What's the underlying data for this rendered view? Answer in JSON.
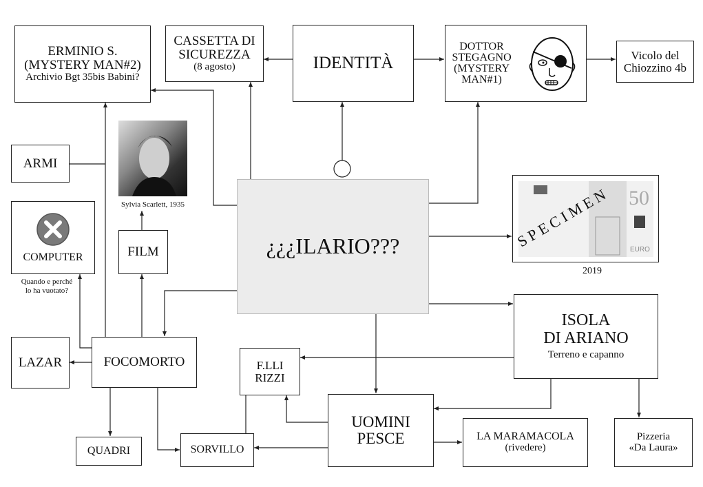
{
  "nodes": {
    "erminio": {
      "title": "ERMINIO S.",
      "subtitle": "(MYSTERY MAN#2)",
      "note": "Archivio Bgt 35bis Babini?"
    },
    "cassetta": {
      "line1": "CASSETTA DI",
      "line2": "SICUREZZA",
      "note": "(8 agosto)"
    },
    "identita": {
      "title": "IDENTITÀ"
    },
    "dottor": {
      "line1": "DOTTOR",
      "line2": "STEGAGNO",
      "line3": "(MYSTERY",
      "line4": "MAN#1)"
    },
    "vicolo": {
      "line1": "Vicolo del",
      "line2": "Chiozzino 4b"
    },
    "armi": {
      "title": "ARMI"
    },
    "photo": {
      "caption": "Sylvia Scarlett, 1935"
    },
    "computer": {
      "title": "COMPUTER",
      "caption1": "Quando e perché",
      "caption2": "lo ha vuotato?"
    },
    "film": {
      "title": "FILM"
    },
    "ilario": {
      "title": "¿¿¿ILARIO???"
    },
    "euro": {
      "watermark": "SPECIMEN",
      "denomination": "50",
      "currency": "EURO",
      "caption": "2019"
    },
    "isola": {
      "line1": "ISOLA",
      "line2": "DI ARIANO",
      "note": "Terreno e capanno"
    },
    "lazar": {
      "title": "LAZAR"
    },
    "focomorto": {
      "title": "FOCOMORTO"
    },
    "rizzi": {
      "line1": "F.LLI",
      "line2": "RIZZI"
    },
    "uomini": {
      "line1": "UOMINI",
      "line2": "PESCE"
    },
    "maramacola": {
      "title": "LA MARAMACOLA",
      "note": "(rivedere)"
    },
    "pizzeria": {
      "line1": "Pizzeria",
      "line2": "«Da Laura»"
    },
    "quadri": {
      "title": "QUADRI"
    },
    "sorvillo": {
      "title": "SORVILLO"
    }
  },
  "colors": {
    "center_bg": "#ececec",
    "line": "#222222",
    "error_icon": "#7a7a7a"
  }
}
